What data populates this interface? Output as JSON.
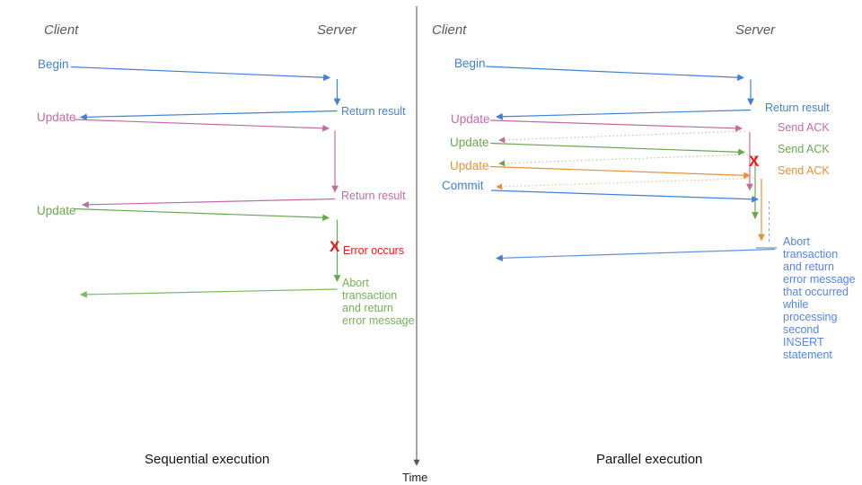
{
  "left": {
    "client": "Client",
    "server": "Server",
    "caption": "Sequential execution",
    "messages": {
      "begin": "Begin",
      "begin_return": "Return result",
      "update1": "Update",
      "update1_return": "Return result",
      "update2": "Update"
    },
    "error": {
      "mark": "X",
      "label": "Error occurs"
    },
    "abort_note": "Abort\ntransaction\nand return\nerror message"
  },
  "right": {
    "client": "Client",
    "server": "Server",
    "caption": "Parallel execution",
    "messages": {
      "begin": "Begin",
      "begin_return": "Return result",
      "update1": "Update",
      "update1_ack": "Send ACK",
      "update2": "Update",
      "update2_ack": "Send ACK",
      "update3": "Update",
      "update3_ack": "Send ACK",
      "commit": "Commit"
    },
    "error": {
      "mark": "X"
    },
    "abort_note": "Abort\ntransaction\nand return\nerror message\nthat occurred\nwhile\nprocessing\nsecond\nINSERT\nstatement"
  },
  "time_axis": {
    "label": "Time"
  },
  "colors": {
    "blue": "#4180d8",
    "abort_text_blue": "#5585e5",
    "pink": "#c46ba6",
    "green": "#6aa84f",
    "light_green": "#74b254",
    "orange": "#e69138",
    "red": "#ee1310",
    "header_gray": "#595959",
    "time_axis_gray": "#5a5a5a"
  }
}
